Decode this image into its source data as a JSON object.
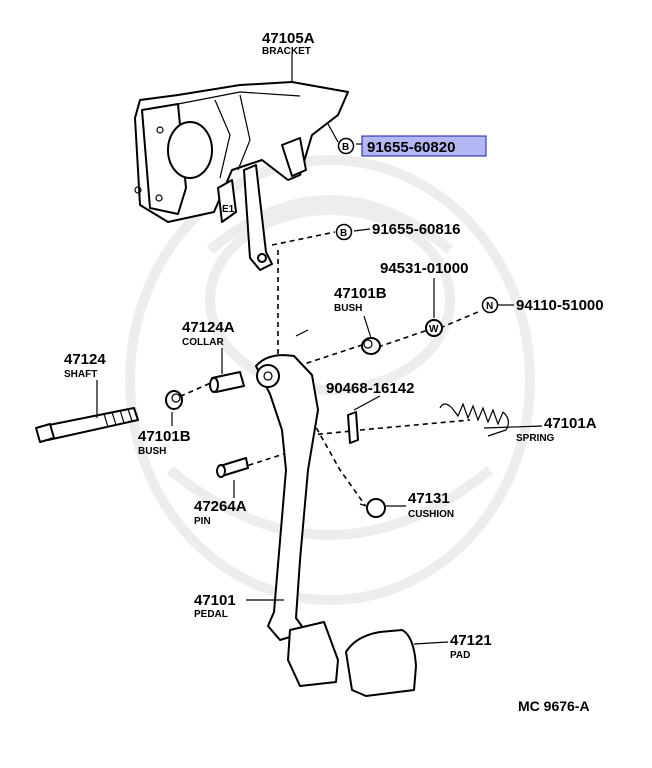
{
  "diagram": {
    "highlight_color": "#b3b8f5",
    "highlight_border": "#1a1aa6",
    "code": "MC 9676-A",
    "parts": [
      {
        "id": "bracket",
        "number": "47105A",
        "name": "BRACKET"
      },
      {
        "id": "bolt-highlighted",
        "number": "91655-60820",
        "symbol": "B",
        "highlighted": true
      },
      {
        "id": "bolt-2",
        "number": "91655-60816",
        "symbol": "B"
      },
      {
        "id": "washer",
        "number": "94531-01000",
        "symbol": "W"
      },
      {
        "id": "nut",
        "number": "94110-51000",
        "symbol": "N"
      },
      {
        "id": "bush-top",
        "number": "47101B",
        "name": "BUSH"
      },
      {
        "id": "collar",
        "number": "47124A",
        "name": "COLLAR"
      },
      {
        "id": "shaft",
        "number": "47124",
        "name": "SHAFT"
      },
      {
        "id": "bush-left",
        "number": "47101B",
        "name": "BUSH"
      },
      {
        "id": "clip",
        "number": "90468-16142"
      },
      {
        "id": "spring",
        "number": "47101A",
        "name": "SPRING"
      },
      {
        "id": "pin",
        "number": "47264A",
        "name": "PIN"
      },
      {
        "id": "cushion",
        "number": "47131",
        "name": "CUSHION"
      },
      {
        "id": "pedal",
        "number": "47101",
        "name": "PEDAL"
      },
      {
        "id": "pad",
        "number": "47121",
        "name": "PAD"
      }
    ]
  }
}
